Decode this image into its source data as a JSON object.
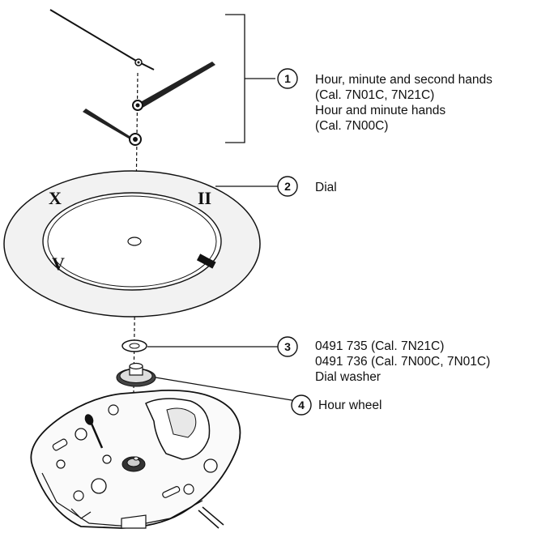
{
  "callouts": [
    {
      "number": "1",
      "lines": [
        "Hour, minute and second hands",
        "(Cal. 7N01C, 7N21C)",
        "Hour and minute hands",
        "(Cal. 7N00C)"
      ]
    },
    {
      "number": "2",
      "lines": [
        "Dial"
      ]
    },
    {
      "number": "3",
      "lines": [
        "0491 735 (Cal. 7N21C)",
        "0491 736 (Cal. 7N00C, 7N01C)",
        "Dial washer"
      ]
    },
    {
      "number": "4",
      "lines": [
        "Hour wheel"
      ]
    }
  ],
  "dial_numerals": {
    "top_left": "X",
    "top_right": "II",
    "bottom_left": "V",
    "bottom_right": ""
  },
  "colors": {
    "line": "#111111",
    "dial_fill": "#f2f2f2",
    "background": "#ffffff"
  }
}
